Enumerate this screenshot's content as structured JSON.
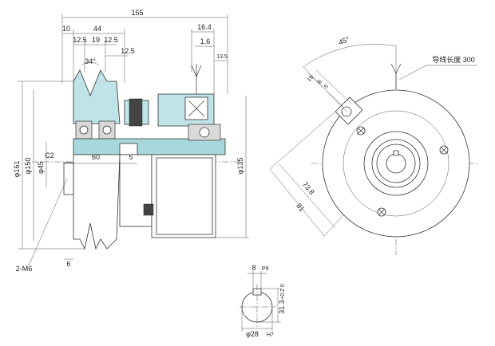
{
  "side_view": {
    "overall_length": "155",
    "pulley_width": "44",
    "left_offset": "10",
    "groove_left": "12.5",
    "groove_mid": "19",
    "groove_right": "12.5",
    "groove_out": "12.5",
    "groove_angle": "34°",
    "bracket_w": "16.4",
    "bracket_a": "1.6",
    "bracket_b": "13.5",
    "dia_161": "φ161",
    "dia_150": "φ150",
    "dia_45": "φ45",
    "dia_135": "φ135",
    "chamfer": "C2",
    "shaft_len": "60",
    "gap": "5",
    "bottom_6": "6",
    "tap": "2-M6"
  },
  "front_view": {
    "angle": "45°",
    "lead_label": "导线长度 300",
    "d19": "19",
    "d6": "6",
    "d5": "5",
    "r73": "73.8",
    "r81": "81"
  },
  "keyway": {
    "width": "8",
    "width_tol": "P9",
    "depth": "31.3",
    "depth_tol": "+0.2 0",
    "bore": "φ28",
    "bore_tol": "H7"
  },
  "colors": {
    "teal": "#bfe3e6",
    "line": "#333333"
  }
}
